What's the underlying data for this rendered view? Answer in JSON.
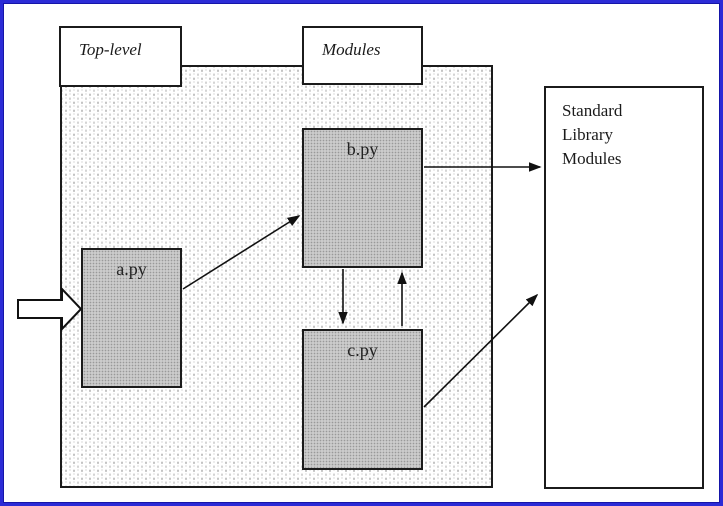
{
  "diagram": {
    "title_region_label": "Top-level",
    "modules_region_label": "Modules",
    "module_a_label": "a.py",
    "module_b_label": "b.py",
    "module_c_label": "c.py",
    "stdlib_lines": [
      "Standard",
      "Library",
      "Modules"
    ],
    "colors": {
      "frame_border": "#2b2bd6",
      "box_border": "#1b1b1b",
      "module_fill": "#cbcbcb",
      "region_fill_dots": "#9e9e9e",
      "arrow": "#111111"
    },
    "edges": [
      {
        "from": "program-input",
        "to": "a.py",
        "type": "open-block-arrow"
      },
      {
        "from": "a.py",
        "to": "b.py",
        "type": "arrow"
      },
      {
        "from": "b.py",
        "to": "standard-library-modules",
        "type": "arrow"
      },
      {
        "from": "b.py",
        "to": "c.py",
        "type": "arrow"
      },
      {
        "from": "c.py",
        "to": "b.py",
        "type": "arrow"
      },
      {
        "from": "c.py",
        "to": "standard-library-modules",
        "type": "arrow"
      }
    ]
  }
}
